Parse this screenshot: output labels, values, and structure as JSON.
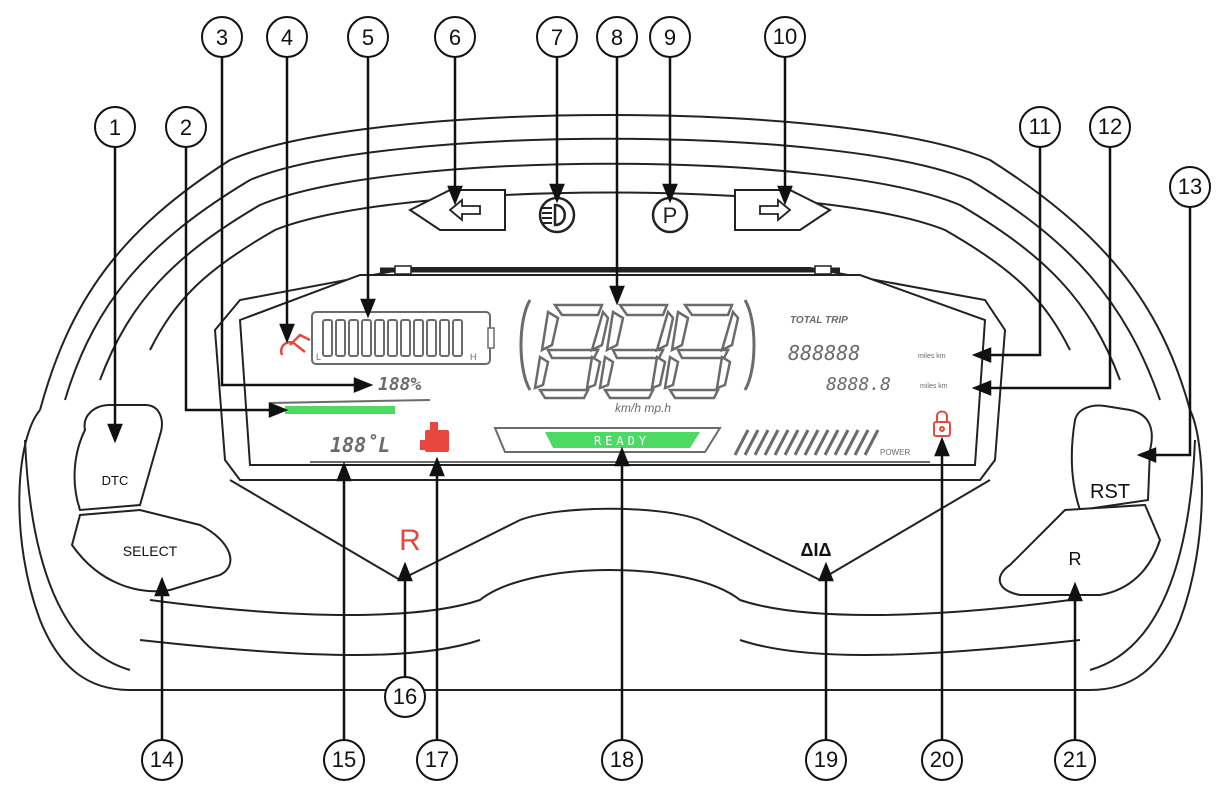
{
  "buttons": {
    "dtc": "DTC",
    "select": "SELECT",
    "rst": "RST",
    "r": "R"
  },
  "display": {
    "battery_percent": "188%",
    "temperature": "188˚L",
    "speed_digits": "888",
    "speed_units": "km/h  mp.h",
    "ready": "READY",
    "trip_labels": "TOTAL TRIP",
    "odometer": "888888",
    "trip": "8888.8",
    "distance_units_a": "miles km",
    "distance_units_b": "miles km",
    "reverse_indicator": "R",
    "power_label": "POWER",
    "gear_icon_text": "ΔΙΔ"
  },
  "callouts": [
    "1",
    "2",
    "3",
    "4",
    "5",
    "6",
    "7",
    "8",
    "9",
    "10",
    "11",
    "12",
    "13",
    "14",
    "15",
    "16",
    "17",
    "18",
    "19",
    "20",
    "21"
  ],
  "colors": {
    "line": "#222222",
    "red": "#e8473f",
    "green": "#4cd964",
    "lcd_grey": "#6b6b6b"
  }
}
